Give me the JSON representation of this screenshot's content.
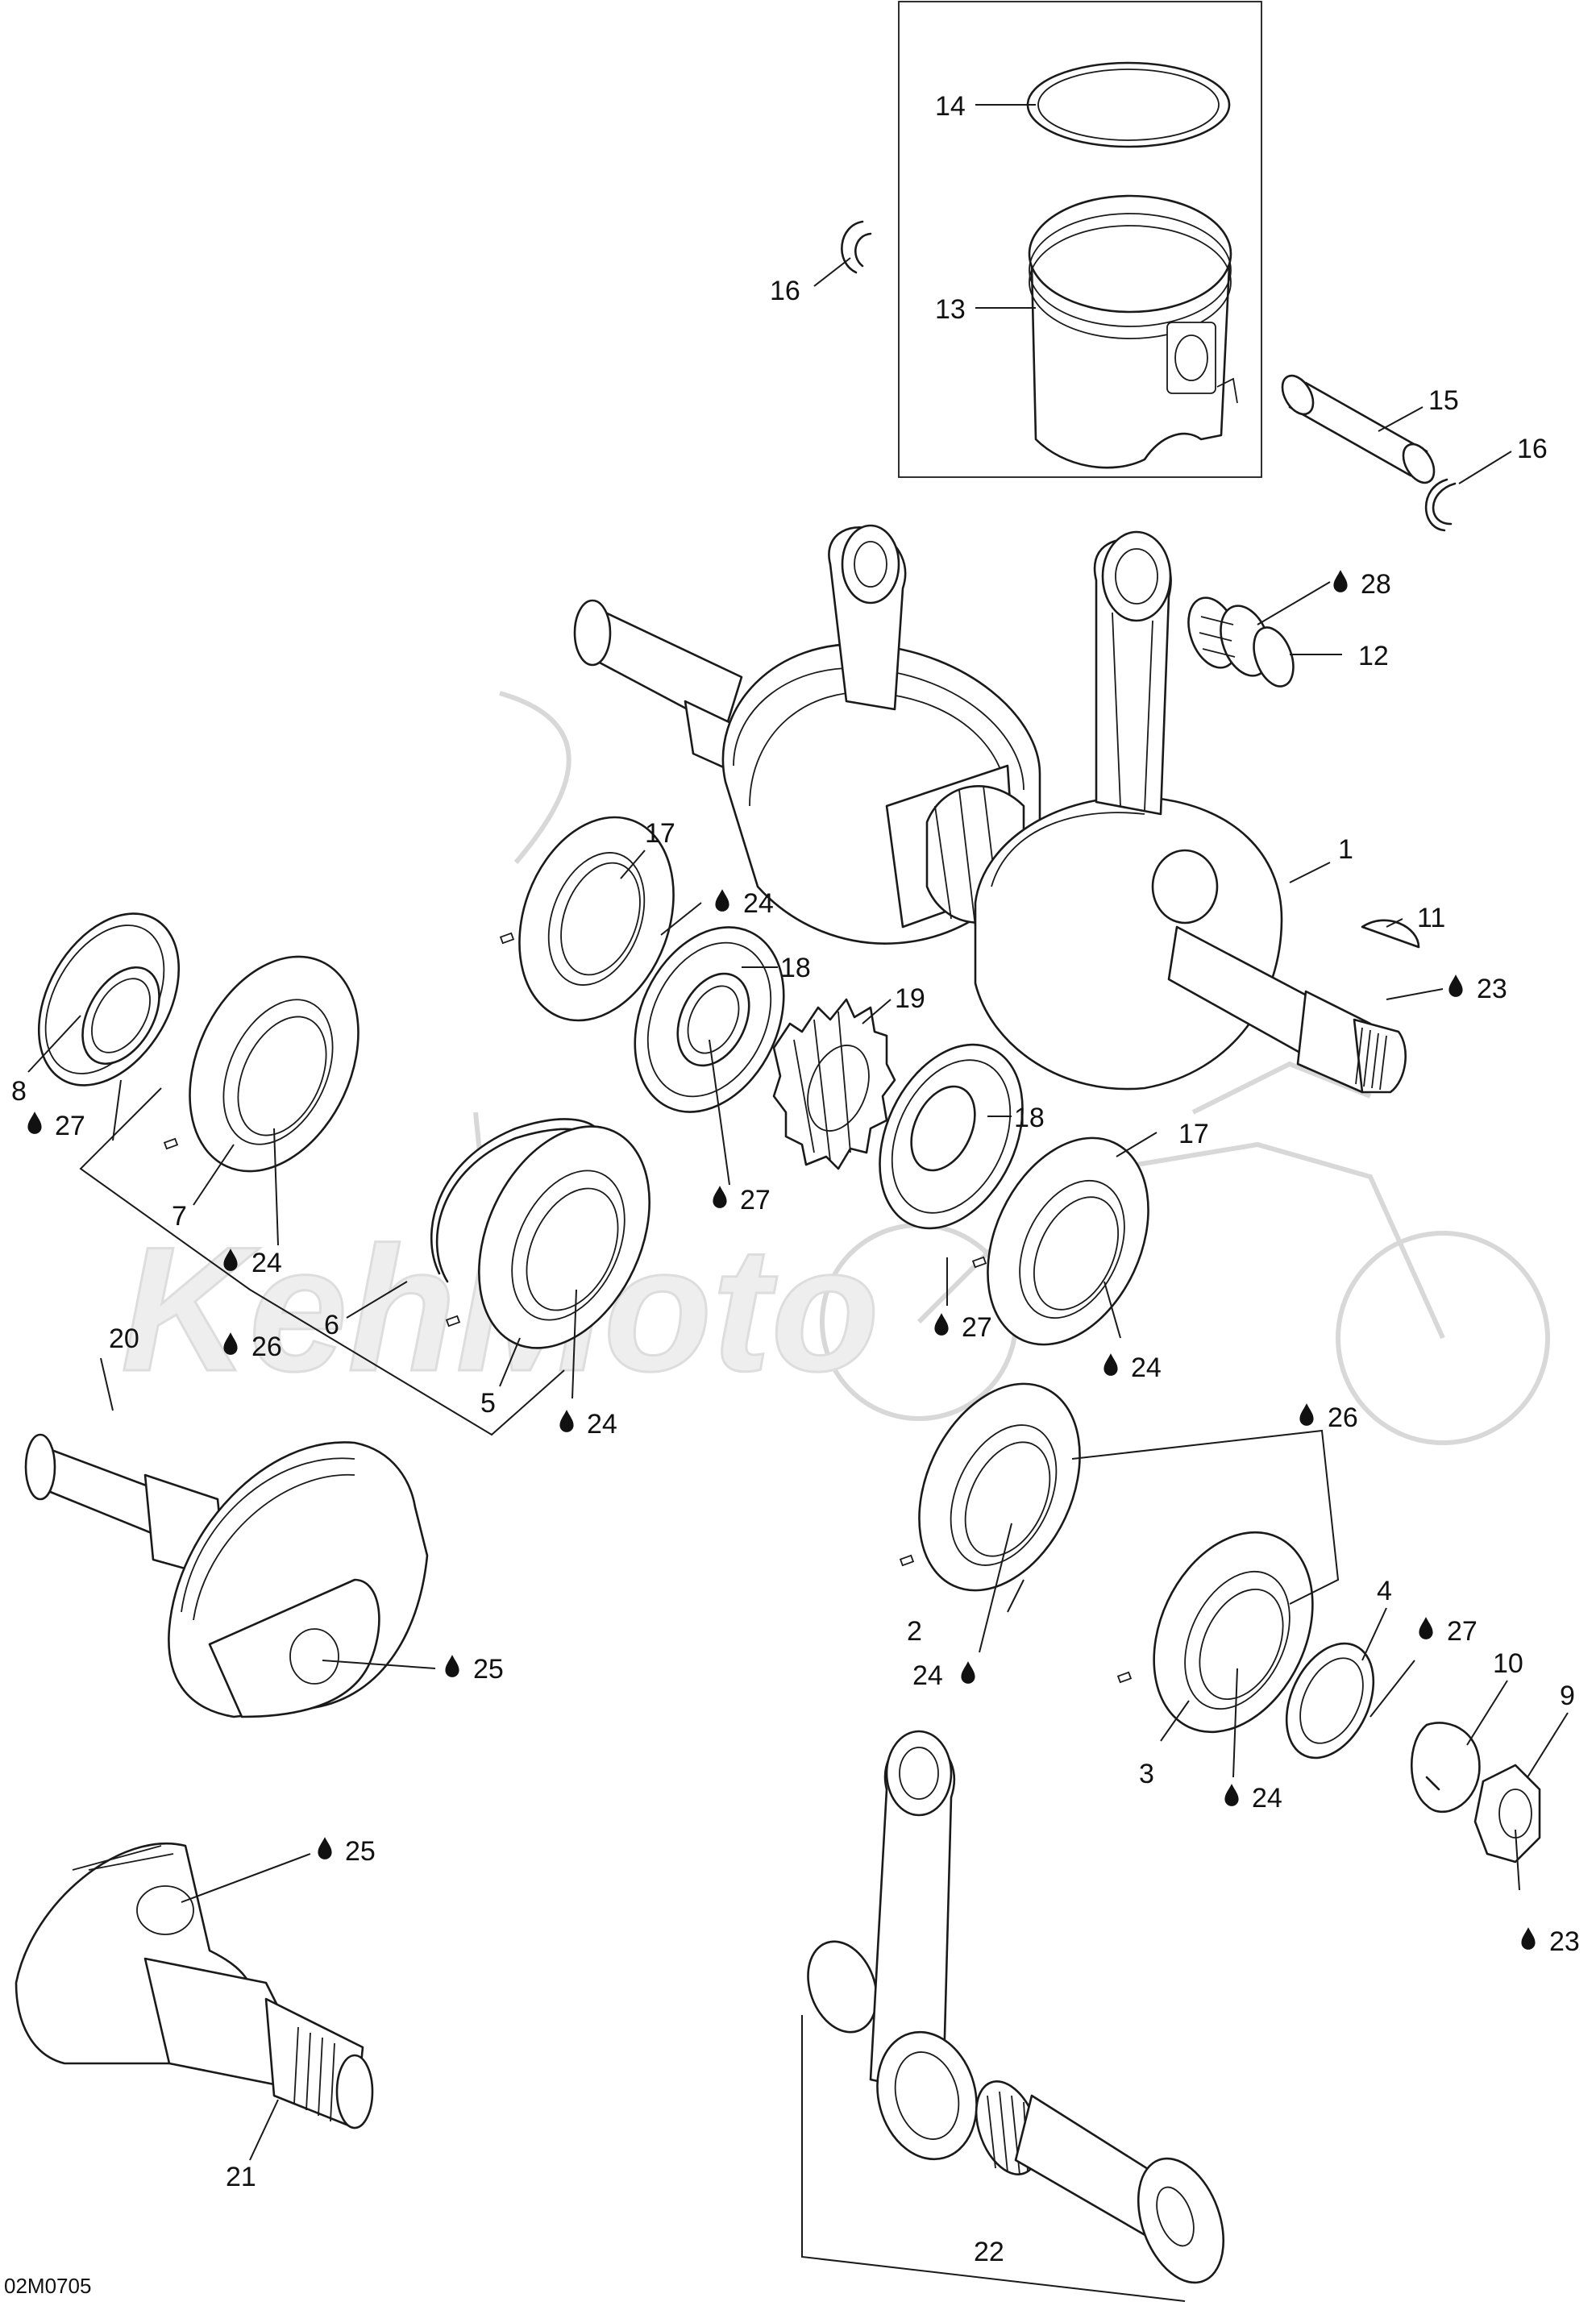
{
  "diagram": {
    "code": "02M0705",
    "watermark": "KehMoto"
  },
  "callouts": [
    {
      "id": "c14",
      "text": "14",
      "oil": false
    },
    {
      "id": "c16a",
      "text": "16",
      "oil": false
    },
    {
      "id": "c13",
      "text": "13",
      "oil": false
    },
    {
      "id": "c15",
      "text": "15",
      "oil": false
    },
    {
      "id": "c16b",
      "text": "16",
      "oil": false
    },
    {
      "id": "c28",
      "text": "28",
      "oil": true
    },
    {
      "id": "c12",
      "text": "12",
      "oil": false
    },
    {
      "id": "c17a",
      "text": "17",
      "oil": false
    },
    {
      "id": "c24a",
      "text": "24",
      "oil": true
    },
    {
      "id": "c18a",
      "text": "18",
      "oil": false
    },
    {
      "id": "c19",
      "text": "19",
      "oil": false
    },
    {
      "id": "c1",
      "text": "1",
      "oil": false
    },
    {
      "id": "c11",
      "text": "11",
      "oil": false
    },
    {
      "id": "c23a",
      "text": "23",
      "oil": true
    },
    {
      "id": "c8",
      "text": "8",
      "oil": false
    },
    {
      "id": "c27a",
      "text": "27",
      "oil": true
    },
    {
      "id": "c7",
      "text": "7",
      "oil": false
    },
    {
      "id": "c24b",
      "text": "24",
      "oil": true
    },
    {
      "id": "c26a",
      "text": "26",
      "oil": true
    },
    {
      "id": "c27b",
      "text": "27",
      "oil": true
    },
    {
      "id": "c18b",
      "text": "18",
      "oil": false
    },
    {
      "id": "c17b",
      "text": "17",
      "oil": false
    },
    {
      "id": "c6",
      "text": "6",
      "oil": false
    },
    {
      "id": "c5",
      "text": "5",
      "oil": false
    },
    {
      "id": "c24c",
      "text": "24",
      "oil": true
    },
    {
      "id": "c27c",
      "text": "27",
      "oil": true
    },
    {
      "id": "c24d",
      "text": "24",
      "oil": true
    },
    {
      "id": "c20",
      "text": "20",
      "oil": false
    },
    {
      "id": "c26b",
      "text": "26",
      "oil": true
    },
    {
      "id": "c25a",
      "text": "25",
      "oil": true
    },
    {
      "id": "c2",
      "text": "2",
      "oil": false
    },
    {
      "id": "c24e",
      "text": "24",
      "oil": true
    },
    {
      "id": "c4",
      "text": "4",
      "oil": false
    },
    {
      "id": "c27d",
      "text": "27",
      "oil": true
    },
    {
      "id": "c10",
      "text": "10",
      "oil": false
    },
    {
      "id": "c9",
      "text": "9",
      "oil": false
    },
    {
      "id": "c3",
      "text": "3",
      "oil": false
    },
    {
      "id": "c24f",
      "text": "24",
      "oil": true
    },
    {
      "id": "c25b",
      "text": "25",
      "oil": true
    },
    {
      "id": "c23b",
      "text": "23",
      "oil": true
    },
    {
      "id": "c21",
      "text": "21",
      "oil": false
    },
    {
      "id": "c22",
      "text": "22",
      "oil": false
    }
  ]
}
